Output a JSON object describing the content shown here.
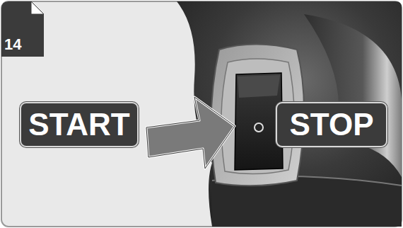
{
  "diagram": {
    "nodes": [
      {
        "text": [
          "14"
        ]
      },
      {
        "text": [
          "START"
        ]
      },
      {
        "text": [
          "STOP"
        ]
      }
    ]
  }
}
